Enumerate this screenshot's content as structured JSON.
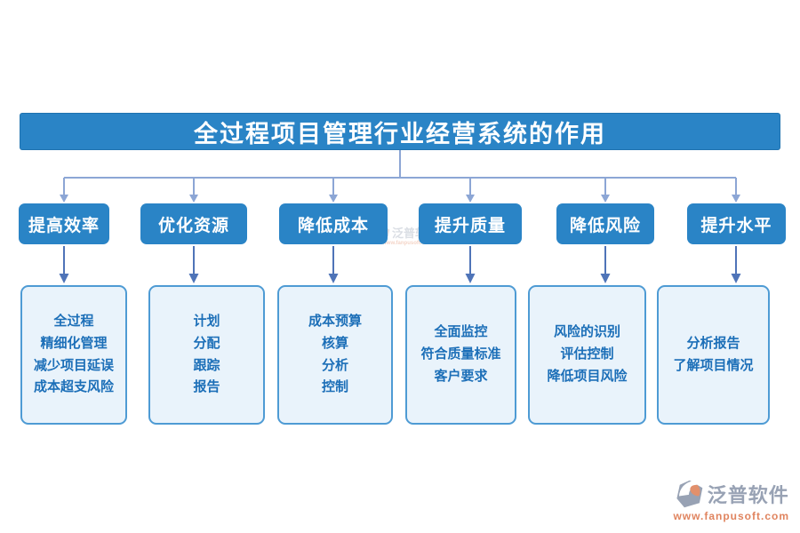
{
  "title": "全过程项目管理行业经营系统的作用",
  "columns": [
    {
      "header": "提高效率",
      "detail": "全过程\n精细化管理\n减少项目延误\n成本超支风险"
    },
    {
      "header": "优化资源",
      "detail": "计划\n分配\n跟踪\n报告"
    },
    {
      "header": "降低成本",
      "detail": "成本预算\n核算\n分析\n控制"
    },
    {
      "header": "提升质量",
      "detail": "全面监控\n符合质量标准\n客户要求"
    },
    {
      "header": "降低风险",
      "detail": "风险的识别\n评估控制\n降低项目风险"
    },
    {
      "header": "提升水平",
      "detail": "分析报告\n了解项目情况"
    }
  ],
  "logo": {
    "name": "泛普软件",
    "url": "www.fanpusoft.com"
  },
  "colors": {
    "primary": "#2a84c6",
    "connector": "#8ca6d5",
    "arrow": "#4f74b8",
    "detail_bg": "#e9f3fb",
    "detail_border": "#4e9bd4",
    "detail_text": "#1c6fb8",
    "logo_gray": "#98a2b4",
    "logo_orange": "#e0845f"
  }
}
